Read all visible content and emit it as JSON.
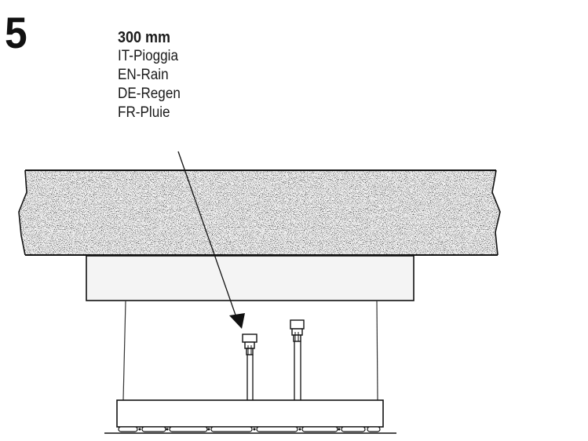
{
  "step": {
    "number": "5"
  },
  "callout": {
    "measurement": "300 mm",
    "labels": [
      "IT-Pioggia",
      "EN-Rain",
      "DE-Regen",
      "FR-Pluie"
    ]
  },
  "illustration": {
    "parts": [
      "ceiling-slab",
      "mounting-collar",
      "shower-body",
      "shower-head-plate",
      "rain-connector",
      "second-connector"
    ]
  }
}
